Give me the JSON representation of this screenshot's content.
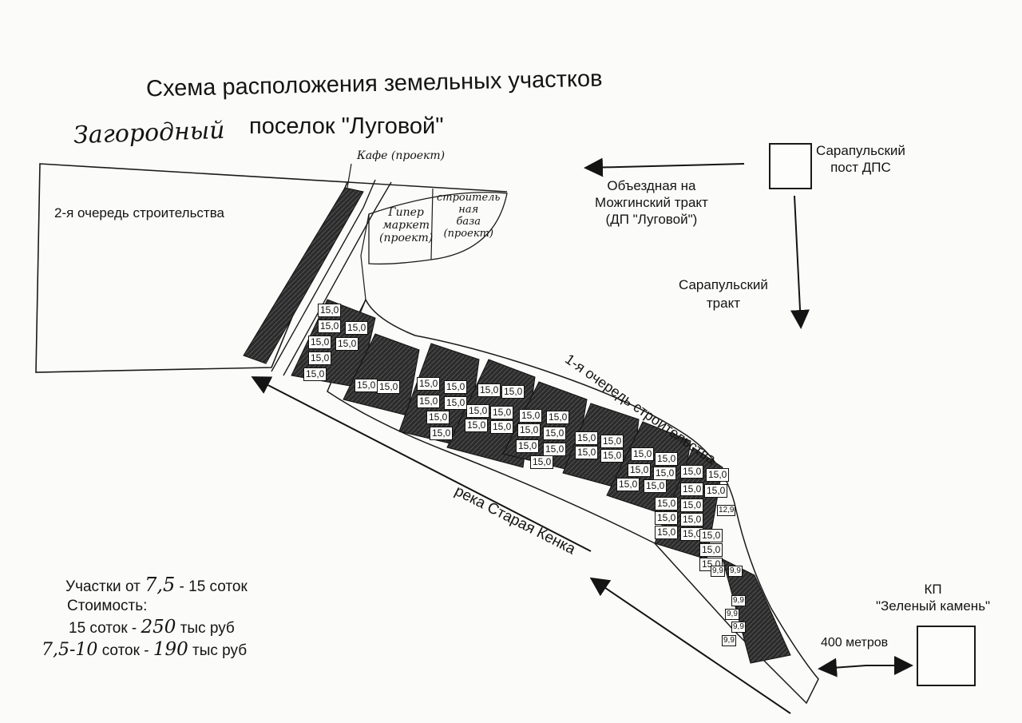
{
  "title": "Схема расположения земельных участков",
  "subtitle": {
    "handwritten": "Загородный",
    "printed": "поселок \"Луговой\""
  },
  "labels": {
    "cafe": "Кафе (проект)",
    "hypermarket": [
      "Гипер",
      "маркет",
      "(проект)"
    ],
    "construction_base": [
      "строитель",
      "ная",
      "база",
      "(проект)"
    ],
    "stage2": "2-я очередь строительства",
    "stage1": "1-я очередь строительства",
    "bypass": [
      "Объездная на",
      "Можгинский тракт",
      "(ДП \"Луговой\")"
    ],
    "dps_post": [
      "Сарапульский",
      "пост ДПС"
    ],
    "sarapul_road": [
      "Сарапульский",
      "тракт"
    ],
    "river": "река Старая Кенка",
    "kp": [
      "КП",
      "\"Зеленый камень\""
    ],
    "distance": "400 метров"
  },
  "plots": {
    "main_label": "15,0",
    "small_label": "9,9",
    "mid_label": "12,9"
  },
  "notes": {
    "line1_a": "Участки от",
    "line1_hand": "7,5",
    "line1_b": "- 15 соток",
    "line2": "Стоимость:",
    "line3_a": "15 соток -",
    "line3_hand": "250",
    "line3_b": "тыс руб",
    "line4_hand_a": "7,5-10",
    "line4_a": "соток -",
    "line4_hand_b": "190",
    "line4_b": "тыс руб"
  },
  "colors": {
    "ink": "#141414",
    "plot_fill": "#2b2b2b",
    "paper": "#fbfbf9"
  }
}
